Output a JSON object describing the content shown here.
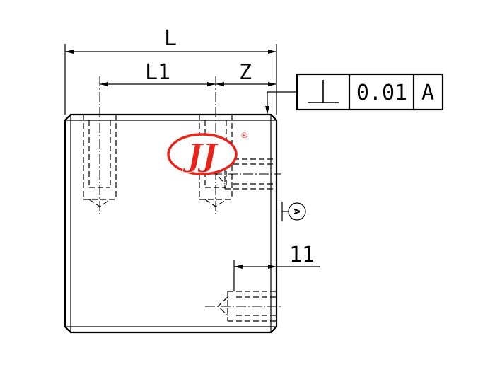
{
  "dimensions": {
    "overall_length": "L",
    "hole_spacing": "L1",
    "edge_offset": "Z",
    "bottom_hole_offset": "11"
  },
  "feature_control_frame": {
    "symbol": "⊥",
    "symbol_name": "perpendicularity-symbol",
    "tolerance": "0.01",
    "datum": "A"
  },
  "datum_marker": {
    "label": "A"
  },
  "logo": {
    "text": "JJ",
    "mark": "®",
    "color": "#e8231a"
  },
  "colors": {
    "line": "#000000",
    "logo_red": "#e8231a"
  }
}
